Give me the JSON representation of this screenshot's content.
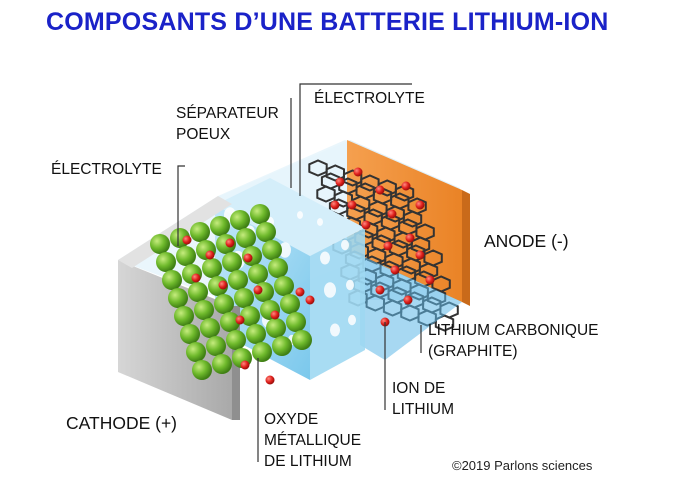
{
  "title": "COMPOSANTS D’UNE BATTERIE LITHIUM-ION",
  "labels": {
    "separator_line1": "SÉPARATEUR",
    "separator_line2": "POEUX",
    "electrolyte_right": "ÉLECTROLYTE",
    "electrolyte_left": "ÉLECTROLYTE",
    "anode": "ANODE (-)",
    "graphite_line1": "LITHIUM CARBONIQUE",
    "graphite_line2": "(GRAPHITE)",
    "ion_line1": "ION DE",
    "ion_line2": "LITHIUM",
    "cathode": "CATHODE (+)",
    "oxide_line1": "OXYDE",
    "oxide_line2": "MÉTALLIQUE",
    "oxide_line3": "DE LITHIUM"
  },
  "copyright": "©2019 Parlons sciences",
  "colors": {
    "title": "#1a22c8",
    "casing": "#c9c9c9",
    "electrolyte": "#cfe9f7",
    "separator": "#8ed0ef",
    "anode": "#f0913a",
    "cathode_sphere": "#6fba2c",
    "lithium_ion": "#e0201c",
    "graphite": "#3a3a3a"
  }
}
